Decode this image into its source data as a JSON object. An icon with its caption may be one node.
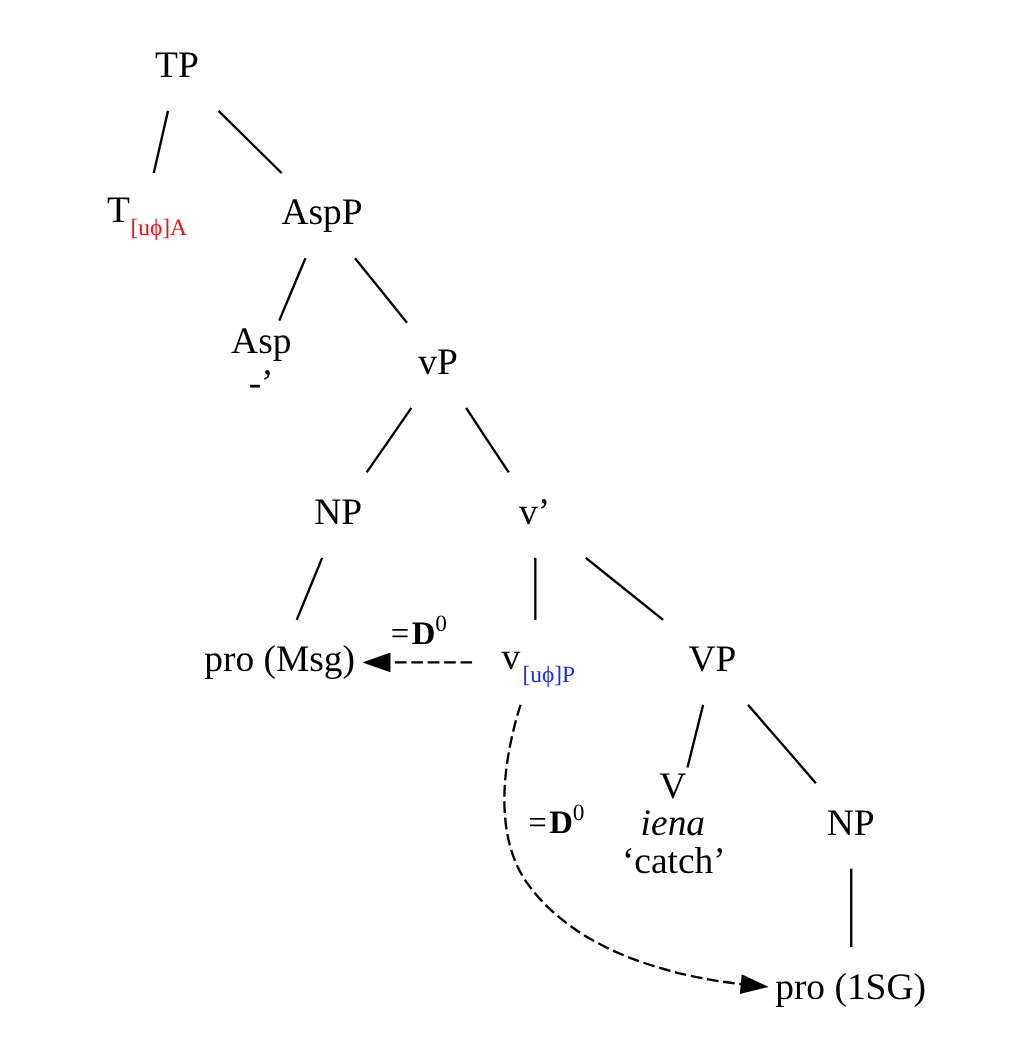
{
  "diagram": {
    "nodes": [
      {
        "text": [
          "TP"
        ]
      },
      {
        "text": [
          "T$_{[uϕ]A}$"
        ]
      },
      {
        "text": [
          "AspP"
        ]
      },
      {
        "text": [
          "Asp",
          "-’"
        ]
      },
      {
        "text": [
          "vP"
        ]
      },
      {
        "text": [
          "NP"
        ]
      },
      {
        "text": [
          "pro (Msg)"
        ]
      },
      {
        "text": [
          "v’"
        ]
      },
      {
        "text": [
          "v$_{[uϕ]P}$"
        ]
      },
      {
        "text": [
          "VP"
        ]
      },
      {
        "text": [
          "V",
          "*iena*",
          "‘catch’"
        ]
      },
      {
        "text": [
          "NP"
        ]
      },
      {
        "text": [
          "pro (1SG)"
        ]
      }
    ],
    "edges": [
      {
        "from": 0,
        "to": 1,
        "arrow": "none"
      },
      {
        "from": 0,
        "to": 2,
        "arrow": "none"
      },
      {
        "from": 2,
        "to": 3,
        "arrow": "none"
      },
      {
        "from": 2,
        "to": 4,
        "arrow": "none"
      },
      {
        "from": 4,
        "to": 5,
        "arrow": "none"
      },
      {
        "from": 4,
        "to": 7,
        "arrow": "none"
      },
      {
        "from": 5,
        "to": 6,
        "arrow": "none"
      },
      {
        "from": 7,
        "to": 8,
        "arrow": "none"
      },
      {
        "from": 7,
        "to": 9,
        "arrow": "none"
      },
      {
        "from": 9,
        "to": 10,
        "arrow": "none"
      },
      {
        "from": 9,
        "to": 11,
        "arrow": "none"
      },
      {
        "from": 11,
        "to": 12,
        "arrow": "none"
      },
      {
        "from": 8,
        "to": 6,
        "arrow": "to",
        "style": "dashed",
        "label": "=**D**$^{0}$"
      },
      {
        "from": 8,
        "to": 12,
        "arrow": "to",
        "style": "dashed",
        "label": "=**D**$^{0}$"
      }
    ]
  }
}
